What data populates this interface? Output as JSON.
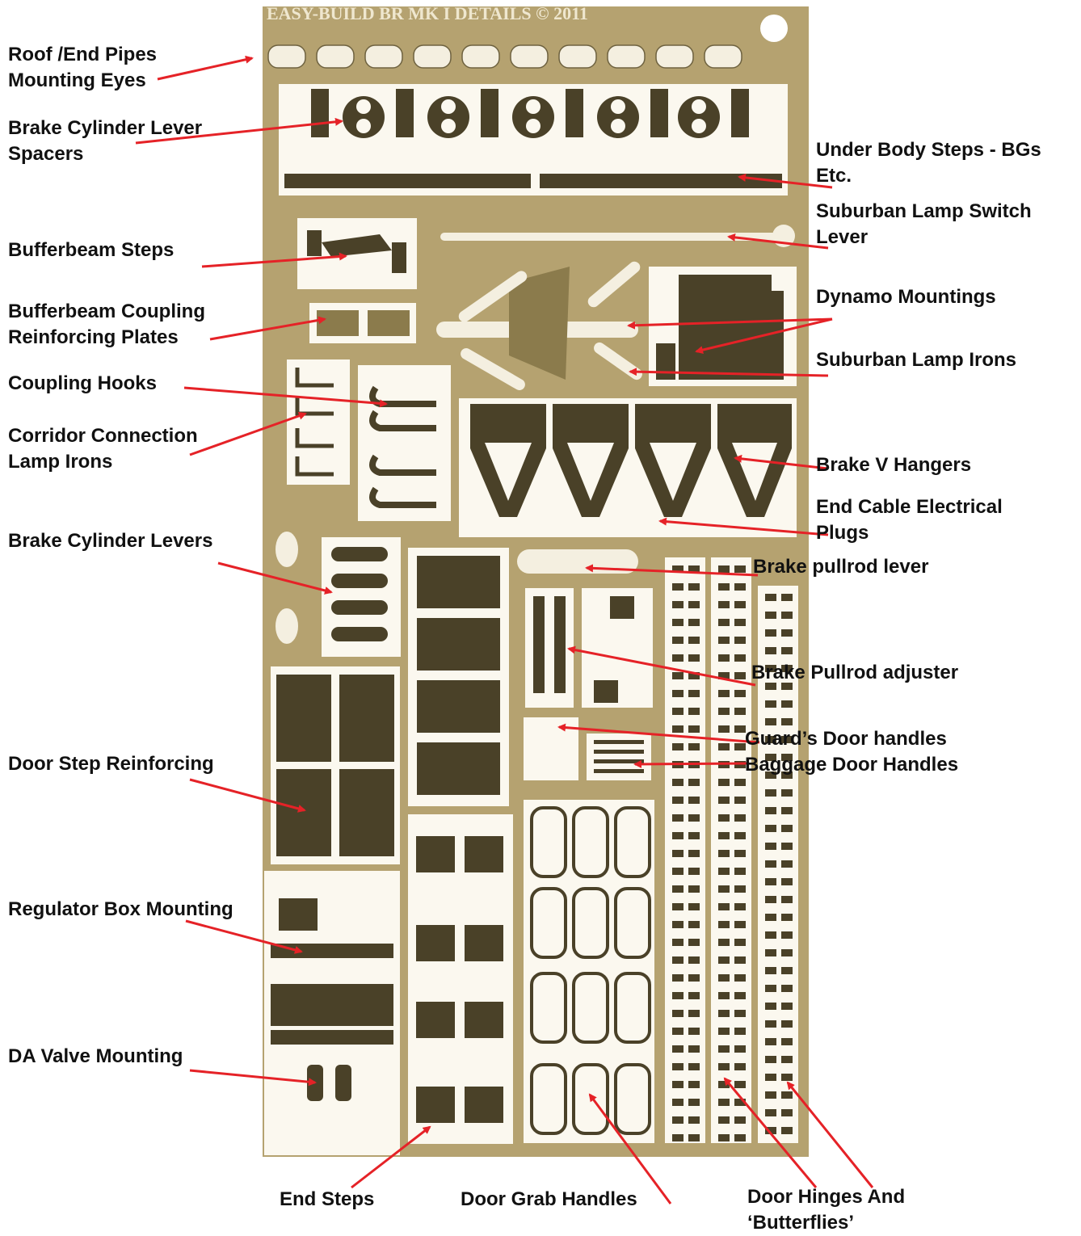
{
  "fret": {
    "title": "EASY-BUILD BR MK I DETAILS © 2011",
    "brass_color": "#b5a270",
    "brass_dark": "#4a4128",
    "arrow_color": "#e52227"
  },
  "labels": {
    "roof_pipes": [
      "Roof /End Pipes",
      "Mounting Eyes"
    ],
    "brake_spacers": [
      "Brake Cylinder Lever",
      "Spacers"
    ],
    "bufferbeam_steps": [
      "Bufferbeam Steps"
    ],
    "coupling_plates": [
      "Bufferbeam Coupling",
      "Reinforcing Plates"
    ],
    "coupling_hooks": [
      "Coupling Hooks"
    ],
    "corridor_lamp": [
      "Corridor Connection",
      "Lamp Irons"
    ],
    "brake_levers": [
      "Brake Cylinder Levers"
    ],
    "door_step": [
      "Door Step Reinforcing"
    ],
    "regulator": [
      "Regulator Box Mounting"
    ],
    "da_valve": [
      "DA Valve Mounting"
    ],
    "underbody_steps": [
      "Under Body Steps - BGs",
      "Etc."
    ],
    "lamp_switch": [
      "Suburban Lamp Switch",
      "Lever"
    ],
    "dynamo": [
      "Dynamo Mountings"
    ],
    "lamp_irons": [
      "Suburban Lamp Irons"
    ],
    "v_hangers": [
      "Brake V Hangers"
    ],
    "cable_plugs": [
      "End Cable Electrical",
      "Plugs"
    ],
    "pullrod_lever": [
      "Brake pullrod lever"
    ],
    "pullrod_adjuster": [
      "Brake Pullrod adjuster"
    ],
    "guard_handles": [
      "Guard’s Door handles"
    ],
    "baggage_handles": [
      "Baggage Door Handles"
    ],
    "end_steps": [
      "End Steps"
    ],
    "grab_handles": [
      "Door Grab Handles"
    ],
    "hinges": [
      "Door Hinges And",
      "‘Butterflies’"
    ]
  }
}
